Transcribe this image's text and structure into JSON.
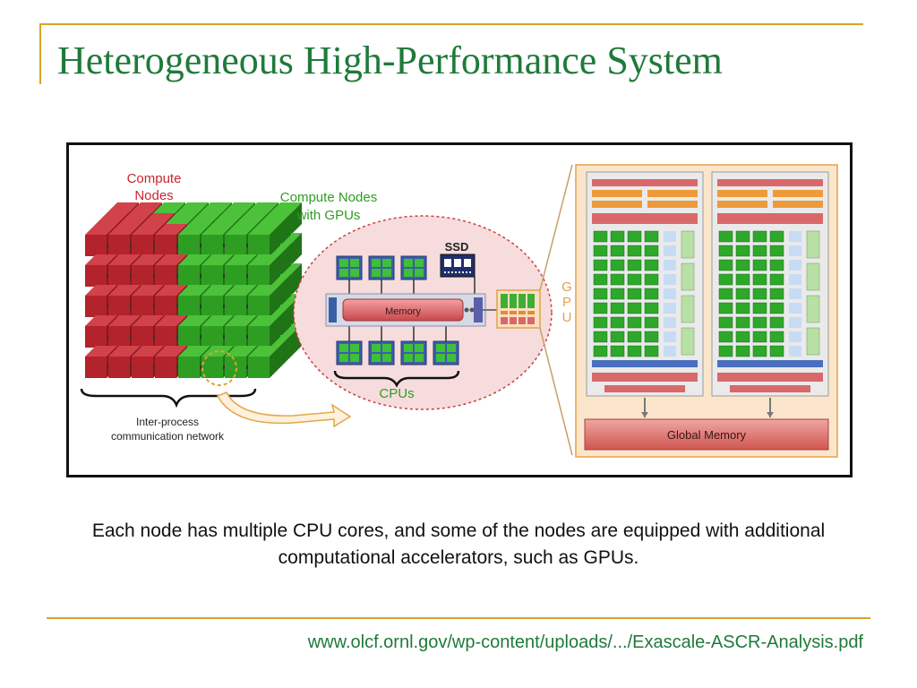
{
  "slide": {
    "title": "Heterogeneous High-Performance System",
    "caption": "Each node has multiple CPU cores, and some of the nodes are equipped with additional computational accelerators, such as GPUs.",
    "source": "www.olcf.ornl.gov/wp-content/uploads/.../Exascale-ASCR-Analysis.pdf"
  },
  "diagram": {
    "compute_nodes_label": [
      "Compute",
      "Nodes"
    ],
    "gpu_nodes_label": [
      "Compute Nodes",
      "with GPUs"
    ],
    "network_label": [
      "Inter-process",
      "communication network"
    ],
    "ssd_label": "SSD",
    "memory_label": "Memory",
    "cpus_label": "CPUs",
    "gpu_label": [
      "G",
      "P",
      "U"
    ],
    "global_memory_label": "Global Memory"
  },
  "colors": {
    "accent": "#d9a326",
    "title_green": "#1f7a3a",
    "cpu_node_red": "#b3232c",
    "gpu_node_green": "#2e9e22",
    "gpu_panel_bg": "#fbe3c6",
    "memory_bar": "#d9686a"
  }
}
